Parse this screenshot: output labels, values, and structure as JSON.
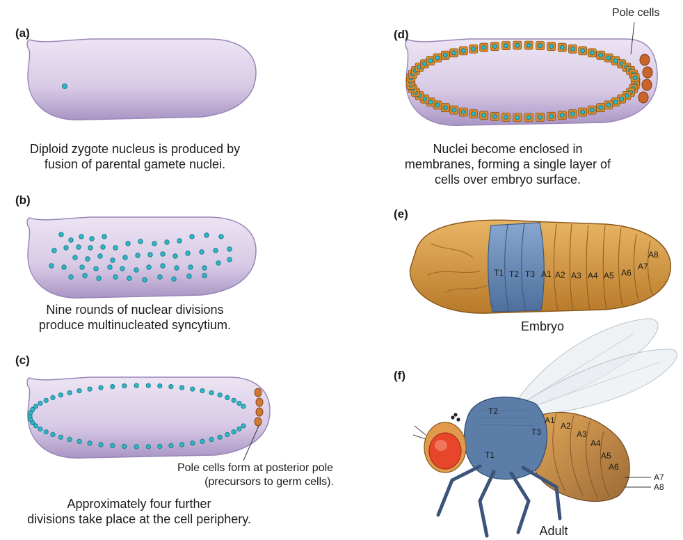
{
  "panels": {
    "a": {
      "label": "(a)",
      "caption": [
        "Diploid zygote nucleus is produced by",
        "fusion of parental gamete nuclei."
      ]
    },
    "b": {
      "label": "(b)",
      "caption": [
        "Nine rounds of nuclear divisions",
        "produce multinucleated syncytium."
      ]
    },
    "c": {
      "label": "(c)",
      "caption": [
        "Approximately four further",
        "divisions take place at the cell periphery."
      ],
      "pole_note": [
        "Pole cells form at posterior pole",
        "(precursors to germ cells)."
      ]
    },
    "d": {
      "label": "(d)",
      "caption": [
        "Nuclei become enclosed in",
        "membranes, forming a single layer of",
        "cells over embryo surface."
      ],
      "pole_label": "Pole cells"
    },
    "e": {
      "label": "(e)",
      "caption": "Embryo",
      "segments": [
        "T1",
        "T2",
        "T3",
        "A1",
        "A2",
        "A3",
        "A4",
        "A5",
        "A6",
        "A7",
        "A8"
      ]
    },
    "f": {
      "label": "(f)",
      "caption": "Adult",
      "segments": [
        "T2",
        "T1",
        "T3",
        "A1",
        "A2",
        "A3",
        "A4",
        "A5",
        "A6",
        "A7",
        "A8"
      ]
    }
  },
  "colors": {
    "egg_fill": "#d9cde6",
    "egg_stroke": "#9a86b8",
    "nucleus": "#2fb8c9",
    "cell": "#d98a2b",
    "pole_cell": "#c9642a",
    "embryo_body": "#d69a45",
    "thorax": "#6c8fbf",
    "fly_blue": "#4d6d94",
    "fly_eye": "#e8462a",
    "abdomen": "#c98c3e"
  }
}
